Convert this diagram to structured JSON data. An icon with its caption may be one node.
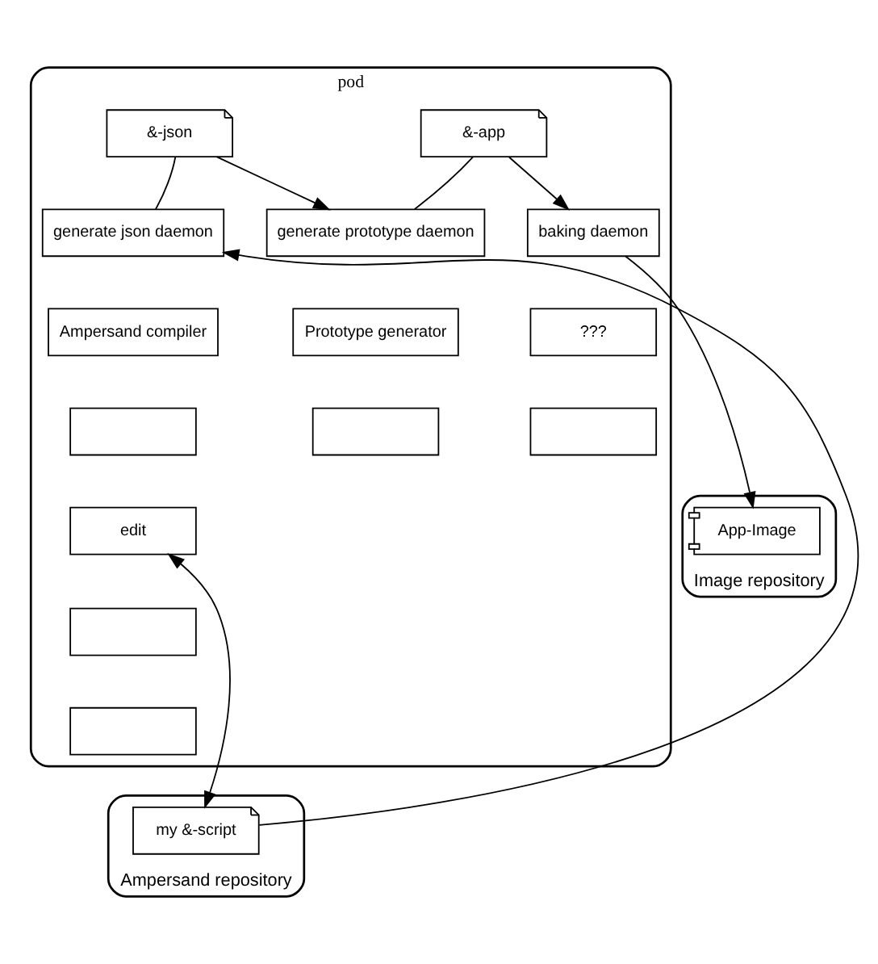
{
  "diagram": {
    "nodes": [
      {
        "text": [
          "pod"
        ]
      },
      {
        "text": [
          "&-json"
        ],
        "in": 0
      },
      {
        "text": [
          "&-app"
        ],
        "in": 0
      },
      {
        "text": [
          "generate json daemon"
        ],
        "in": 0
      },
      {
        "text": [
          "Ampersand compiler"
        ],
        "in": 0
      },
      {
        "text": [],
        "shape": "box",
        "in": 0
      },
      {
        "text": [
          "generate prototype daemon"
        ],
        "in": 0
      },
      {
        "text": [
          "Prototype generator"
        ],
        "in": 0
      },
      {
        "text": [],
        "shape": "box",
        "in": 0
      },
      {
        "text": [
          "baking daemon"
        ],
        "in": 0
      },
      {
        "text": [
          "???"
        ],
        "in": 0
      },
      {
        "text": [],
        "shape": "box",
        "in": 0
      },
      {
        "text": [
          "edit"
        ],
        "in": 0
      },
      {
        "text": [],
        "shape": "box",
        "in": 0
      },
      {
        "text": [],
        "shape": "box",
        "in": 0
      },
      {
        "text": [
          "Ampersand repository"
        ]
      },
      {
        "text": [
          "my &-script"
        ],
        "in": 15
      },
      {
        "text": [
          "Image repository"
        ]
      },
      {
        "text": [
          "App-Image"
        ],
        "in": 17
      }
    ],
    "edges": [
      {
        "from": 3,
        "to": 1,
        "arrow": "none"
      },
      {
        "from": 1,
        "to": 6,
        "arrow": "to"
      },
      {
        "from": 6,
        "to": 2,
        "arrow": "none"
      },
      {
        "from": 2,
        "to": 9,
        "arrow": "to"
      },
      {
        "from": 16,
        "to": 3,
        "arrow": "to"
      },
      {
        "from": 12,
        "to": 16,
        "arrow": "both"
      },
      {
        "from": 9,
        "to": 18,
        "arrow": "to"
      }
    ]
  }
}
